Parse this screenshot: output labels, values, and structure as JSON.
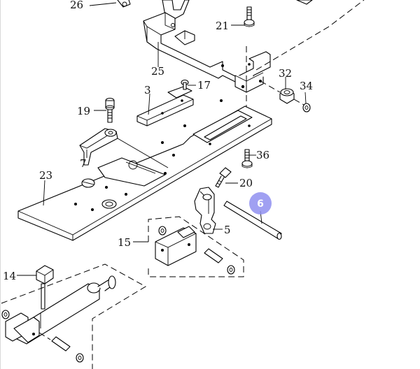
{
  "callouts": {
    "p26": "26",
    "p21": "21",
    "p25": "25",
    "p3": "3",
    "p17": "17",
    "p32": "32",
    "p34": "34",
    "p19": "19",
    "p7": "7",
    "p36": "36",
    "p23": "23",
    "p20": "20",
    "p5": "5",
    "p15": "15",
    "p14": "14"
  },
  "highlight_marker": {
    "label": "6",
    "color": "#8f8ff0"
  }
}
